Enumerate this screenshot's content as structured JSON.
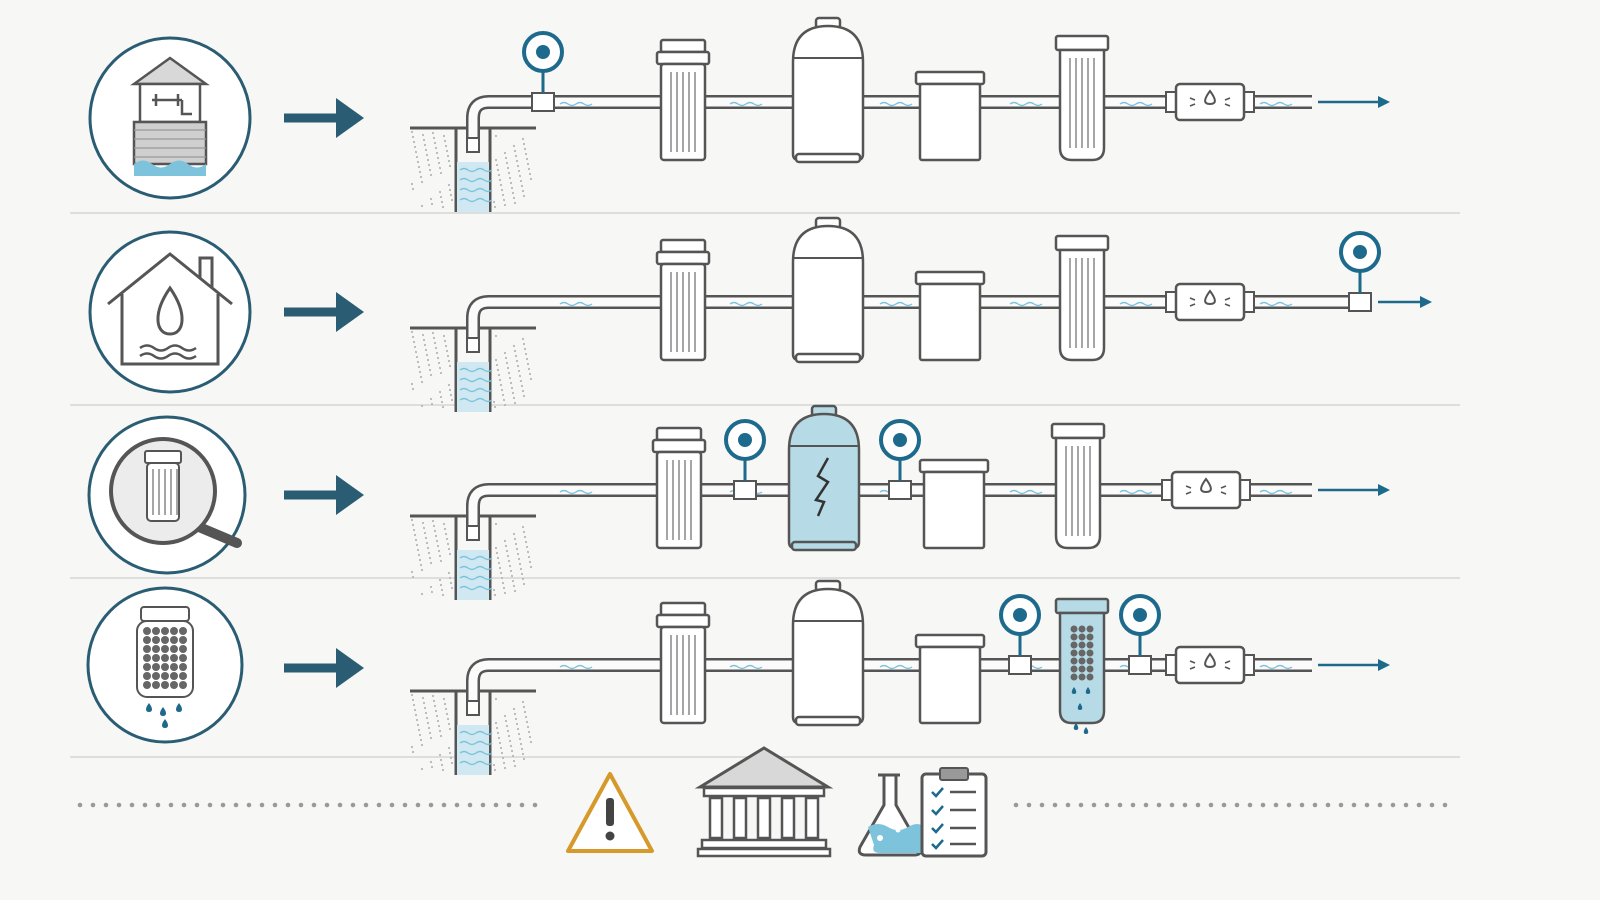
{
  "colors": {
    "ink": "#555555",
    "accent": "#2a5d73",
    "sensor": "#1e6a8c",
    "water": "#7ec3dc",
    "water_fill": "#cfe8f1",
    "tank_highlight": "#b6dbe6",
    "warning": "#d69a2c",
    "divider": "#d6d6d6",
    "dots": "#9a9a9a"
  },
  "rows": [
    {
      "name": "well-source",
      "icon": "well-house-icon",
      "sensors": [
        "after-wellhead"
      ],
      "highlight": null
    },
    {
      "name": "home-water",
      "icon": "house-water-drop-icon",
      "sensors": [
        "outlet"
      ],
      "highlight": null
    },
    {
      "name": "tank-inspection",
      "icon": "magnifier-filter-icon",
      "sensors": [
        "before-tank",
        "after-tank"
      ],
      "highlight": "pressure-tank"
    },
    {
      "name": "cartridge-clogging",
      "icon": "clogged-cartridge-icon",
      "sensors": [
        "before-cartridge",
        "after-cartridge"
      ],
      "highlight": "cartridge-filter"
    }
  ],
  "components": [
    "well",
    "sediment-filter",
    "pressure-tank",
    "softener-box",
    "cartridge-filter",
    "uv-unit",
    "outlet-arrow"
  ],
  "footer_icons": [
    "warning-icon",
    "regulatory-building-icon",
    "lab-flask-icon",
    "checklist-icon"
  ]
}
